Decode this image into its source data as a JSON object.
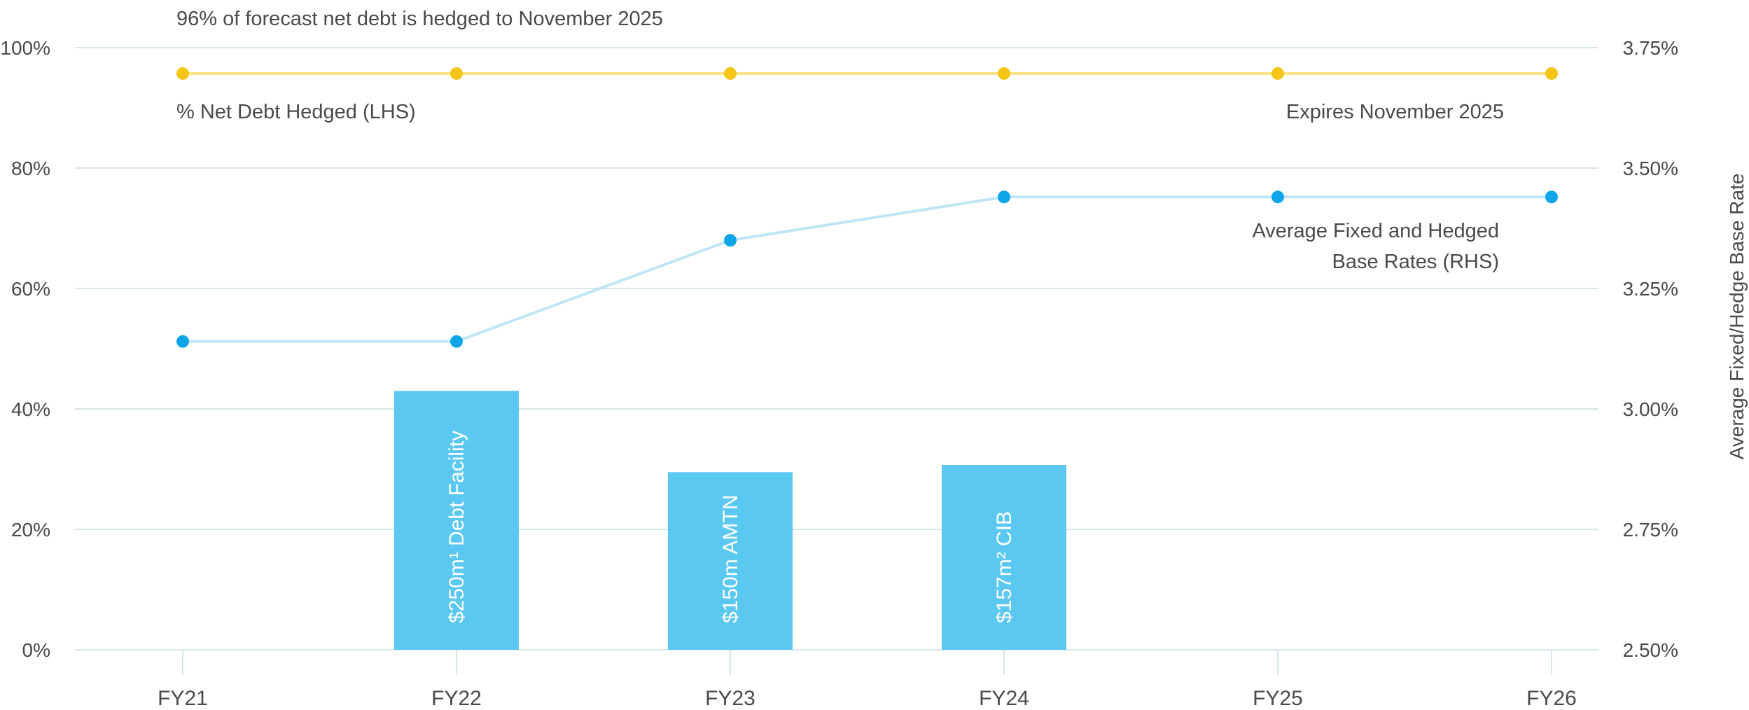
{
  "chart_data": {
    "type": "bar",
    "categories": [
      "FY21",
      "FY22",
      "FY23",
      "FY24",
      "FY25",
      "FY26"
    ],
    "left_axis": {
      "ylim": [
        0,
        100
      ],
      "ticks": [
        0,
        20,
        40,
        60,
        80,
        100
      ],
      "tick_labels": [
        "0%",
        "20%",
        "40%",
        "60%",
        "80%",
        "100%"
      ]
    },
    "right_axis": {
      "ylabel": "Average Fixed/Hedge Base Rate",
      "ylim": [
        2.5,
        3.75
      ],
      "ticks": [
        2.5,
        2.75,
        3.0,
        3.25,
        3.5,
        3.75
      ],
      "tick_labels": [
        "2.50%",
        "2.75%",
        "3.00%",
        "3.25%",
        "3.50%",
        "3.75%"
      ]
    },
    "grid": true,
    "bars": {
      "axis": "left",
      "color": "#5bc8f2",
      "values": [
        null,
        43,
        29.5,
        30.7,
        null,
        null
      ],
      "labels": [
        "",
        "$250m¹ Debt Facility",
        "$150m AMTN",
        "$157m² CIB",
        "",
        ""
      ]
    },
    "series": [
      {
        "axis": "left",
        "color": "#f5c518",
        "line_color": "#fbe38a",
        "values": [
          95.7,
          95.7,
          95.7,
          95.7,
          95.7,
          95.7
        ]
      },
      {
        "axis": "right",
        "color": "#0ea5e9",
        "line_color": "#bfe6f7",
        "values": [
          3.14,
          3.14,
          3.35,
          3.44,
          3.44,
          3.44
        ]
      }
    ],
    "annotations": {
      "top_note": "96% of forecast net debt is hedged to November 2025",
      "hedged_label": "% Net Debt Hedged (LHS)",
      "expires_label": "Expires November 2025",
      "rate_label_line1": "Average Fixed and Hedged",
      "rate_label_line2": "Base Rates (RHS)"
    }
  }
}
